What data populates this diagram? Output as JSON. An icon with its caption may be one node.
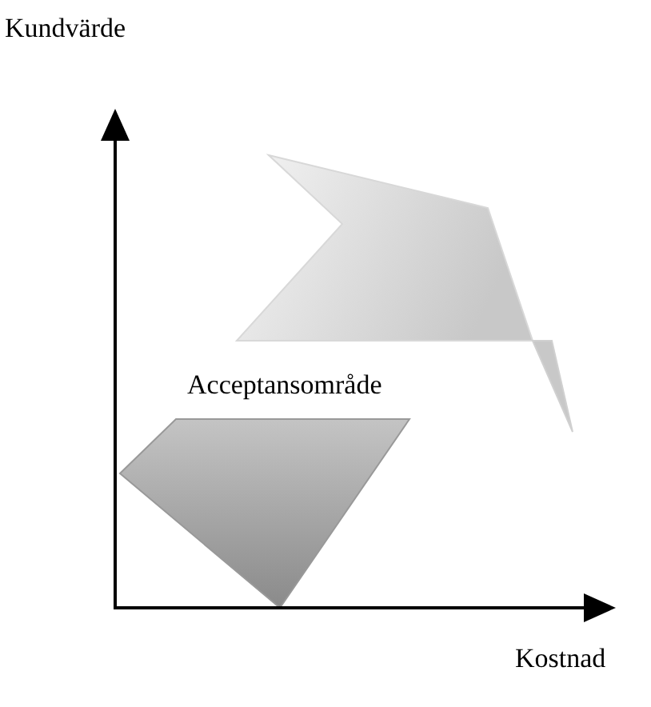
{
  "diagram": {
    "labels": [
      "Kundvärde",
      "Acceptansområde",
      "Kostnad"
    ]
  }
}
